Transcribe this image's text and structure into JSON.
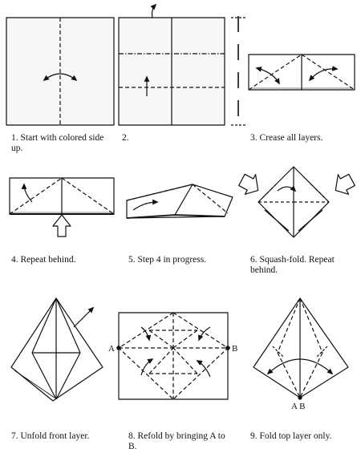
{
  "steps": [
    {
      "label": "1. Start with colored side up."
    },
    {
      "label": "2."
    },
    {
      "label": "3. Crease all layers."
    },
    {
      "label": "4. Repeat behind."
    },
    {
      "label": "5. Step 4 in progress."
    },
    {
      "label": "6. Squash-fold. Repeat behind."
    },
    {
      "label": "7. Unfold front layer."
    },
    {
      "label": "8. Refold by bringing A to B."
    },
    {
      "label": "9. Fold top layer only."
    }
  ],
  "point_labels": {
    "a": "A",
    "b": "B",
    "ab": "A B"
  }
}
